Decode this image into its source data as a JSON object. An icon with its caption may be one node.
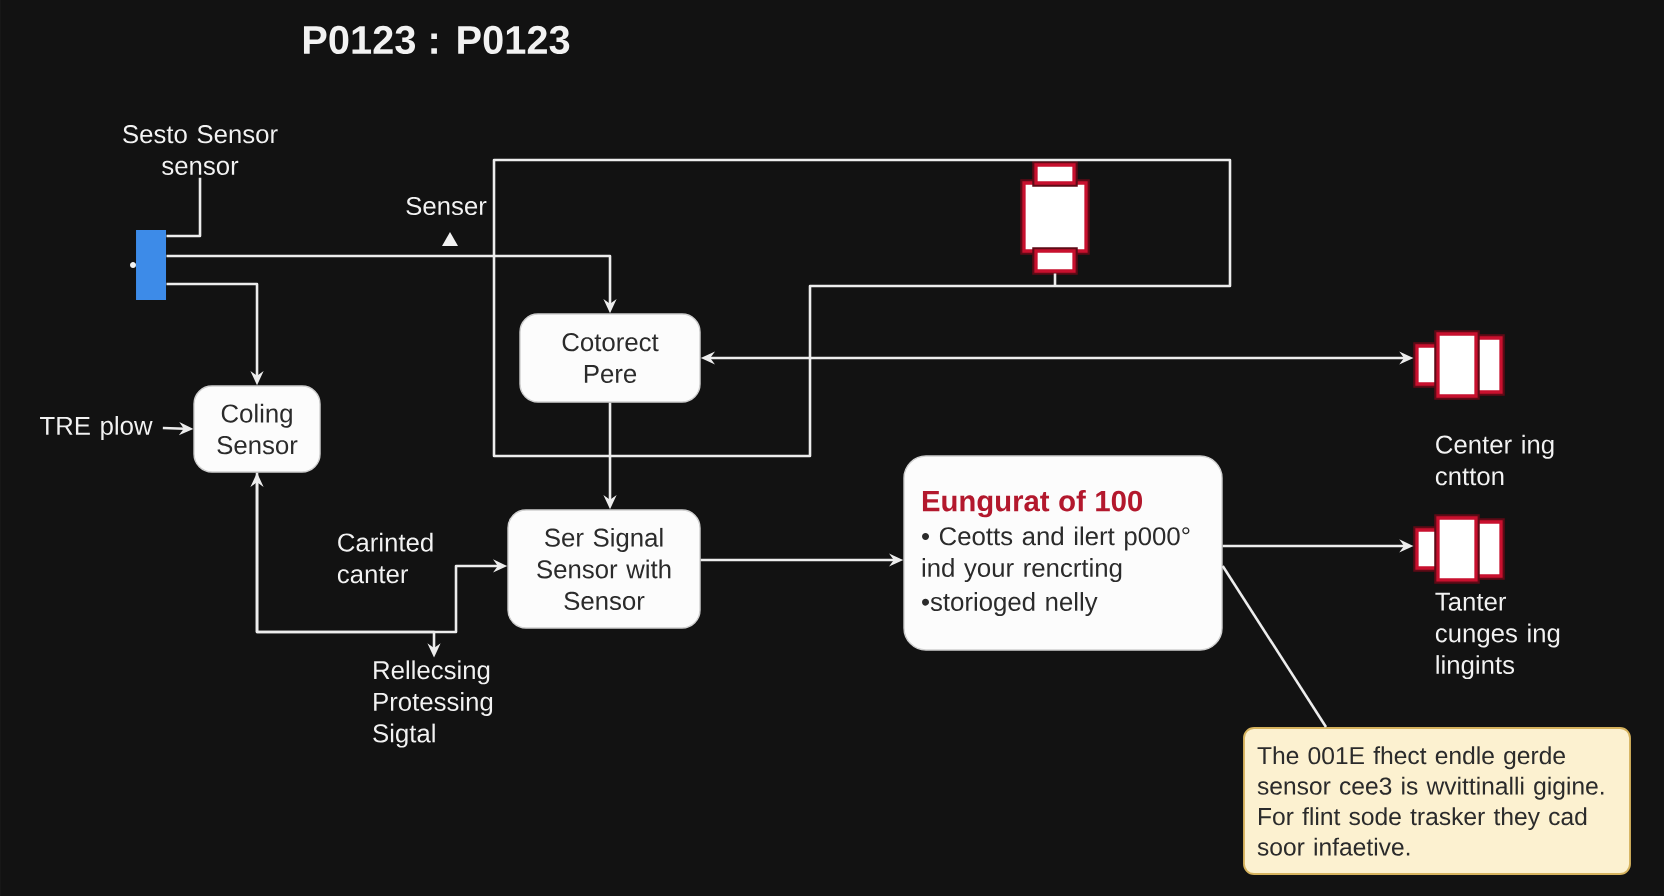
{
  "diagram": {
    "title": "P0123 : P0123",
    "nodes": [
      {
        "text": [
          "Sesto Sensor sensor"
        ]
      },
      {
        "text": [],
        "shape": "box"
      },
      {
        "text": [],
        "shape": "box"
      },
      {
        "text": [
          "Cotorect Pere"
        ]
      },
      {
        "text": [
          "TRE plow"
        ]
      },
      {
        "text": [
          "Coling Sensor"
        ]
      },
      {
        "text": [],
        "shape": "box",
        "beside": [
          "Center ing cntton"
        ]
      },
      {
        "text": [
          "Ser Signal Sensor with Sensor"
        ]
      },
      {
        "text": [
          "Eungurat of 100",
          "• Ceotts and ilert p000° ind your rencrting",
          "•storioged nelly"
        ]
      },
      {
        "text": [],
        "shape": "box",
        "beside": [
          "Tanter cunges ing lingints"
        ]
      },
      {
        "text": [
          "Rellecsing Protessing Sigtal"
        ]
      },
      {
        "text": [
          "The 001E fhect endle gerde sensor cee3 is wvittinalli gigine. For flint sode trasker they cad soor infaetive."
        ]
      }
    ],
    "edges": [
      {
        "from": 0,
        "to": 1,
        "arrow": "none"
      },
      {
        "from": 1,
        "to": 3,
        "arrow": "to"
      },
      {
        "from": 1,
        "to": 5,
        "arrow": "to"
      },
      {
        "from": 4,
        "to": 5,
        "arrow": "to"
      },
      {
        "from": 2,
        "to": 2,
        "arrow": "none"
      },
      {
        "from": 3,
        "to": 7,
        "arrow": "to"
      },
      {
        "from": 3,
        "to": 6,
        "arrow": "both"
      },
      {
        "from": 5,
        "to": 7,
        "arrow": "both"
      },
      {
        "from": 5,
        "to": 10,
        "arrow": "to"
      },
      {
        "from": 7,
        "to": 8,
        "arrow": "to"
      },
      {
        "from": 8,
        "to": 9,
        "arrow": "to"
      },
      {
        "from": 8,
        "to": 11,
        "arrow": "none"
      }
    ],
    "labels": [
      "Senser",
      "Carinted canter"
    ]
  }
}
